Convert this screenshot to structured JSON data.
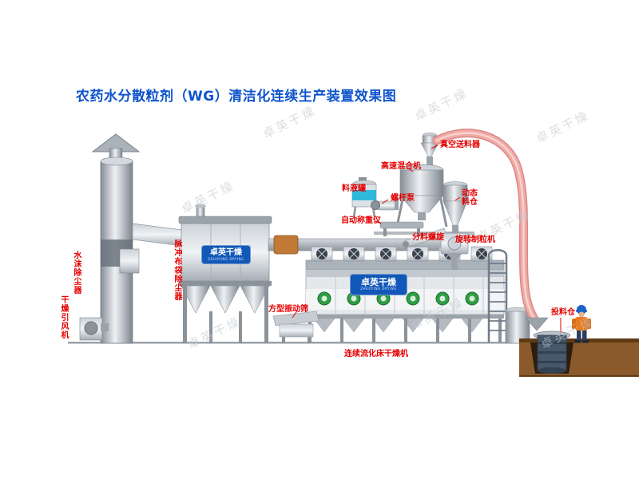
{
  "title": {
    "text": "农药水分散粒剂（WG）清洁化连续生产装置效果图"
  },
  "watermark": {
    "text": "卓英干燥"
  },
  "brand": {
    "name": "卓英干燥",
    "sub": "ZHUOYING DRYING"
  },
  "labels": {
    "vacuum_feeder": "真空送料器",
    "high_speed_mixer": "高速混合机",
    "liquid_tank": "料液罐",
    "screw_pump": "螺杆泵",
    "auto_weigher": "自动称重仪",
    "dynamic_silo": "动态料仓",
    "distribution_screw": "分料螺旋",
    "rotary_granulator": "旋转制粒机",
    "water_mist_dust_collector": "水沫除尘器",
    "pulse_bag_dust_collector": "脉冲布袋除尘器",
    "drying_fan": "干燥引风机",
    "square_vibrating_sieve": "方型振动筛",
    "continuous_fluid_bed_dryer": "连续流化床干燥机",
    "feeding_bin": "投料仓"
  },
  "colors": {
    "title_blue": "#0f54cc",
    "label_red": "#e60000",
    "brand_bg": "#1258b8",
    "pipe_pink": "#f0aaa6",
    "soil_brown": "#8a5a2a",
    "motor_green": "#2f9e44"
  }
}
